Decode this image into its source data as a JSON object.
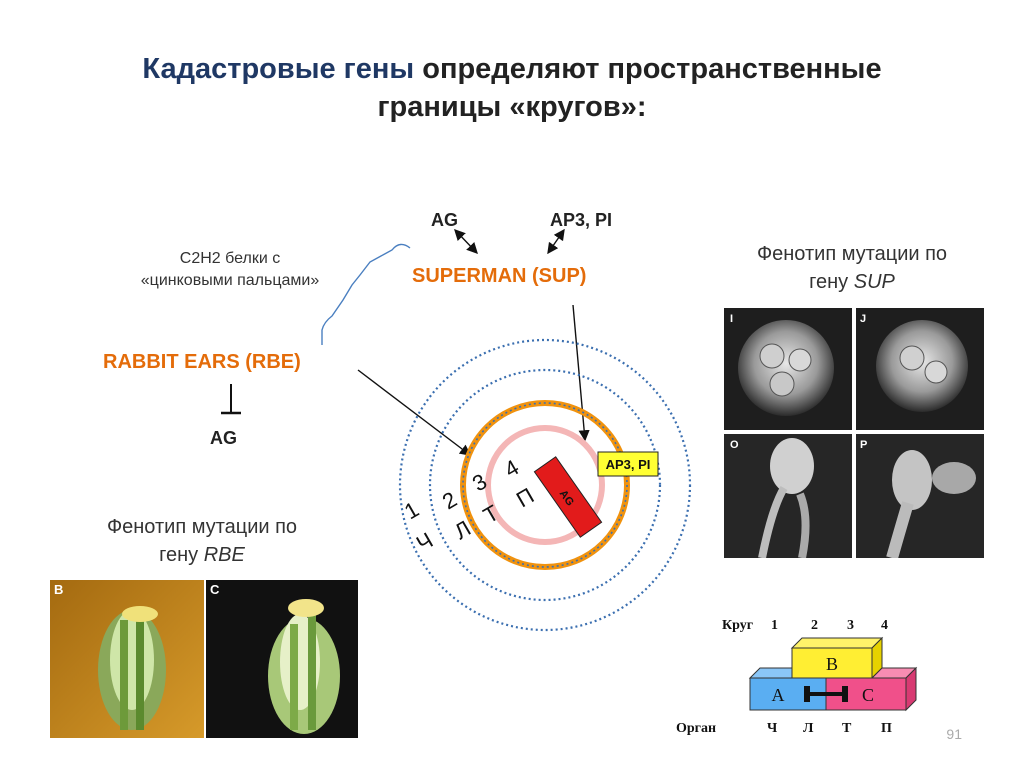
{
  "title": {
    "accent": "Кадастровые гены",
    "rest_line1": "определяют пространственные",
    "line2": "границы «кругов»:"
  },
  "regulators": {
    "ag_top": "AG",
    "ap3pi_top": "AP3, PI",
    "superman": "SUPERMAN (SUP)",
    "rabbit_ears": "RABBIT EARS (RBE)",
    "ag_repressed": "AG"
  },
  "c2h2_note": {
    "line1": "C2H2 белки с",
    "line2": "«цинковыми пальцами»"
  },
  "whorl_diagram": {
    "numbers": [
      "1",
      "2",
      "3",
      "4"
    ],
    "organs": [
      "Ч",
      "Л",
      "Т",
      "П"
    ],
    "ag_box": "AG",
    "ap3pi_box": "AP3, PI"
  },
  "caption_sup": {
    "text": "Фенотип мутации по",
    "line2_prefix": "гену ",
    "gene": "SUP"
  },
  "caption_rbe": {
    "text": "Фенотип мутации по",
    "line2_prefix": "гену ",
    "gene": "RBE"
  },
  "photo_letters": {
    "sup": [
      "I",
      "J",
      "O",
      "P"
    ],
    "rbe": [
      "B",
      "C"
    ]
  },
  "abc_model": {
    "row_label": "Круг",
    "circles": [
      "1",
      "2",
      "3",
      "4"
    ],
    "b": "B",
    "a": "A",
    "c": "C",
    "organ_label": "Орган",
    "organs": [
      "Ч",
      "Л",
      "Т",
      "П"
    ]
  },
  "page_number": "91",
  "colors": {
    "orange": "#e46c0a",
    "navy": "#1f3864",
    "ring_orange": "#f0920e",
    "ring_pink": "#f4b6b6",
    "ag_red": "#e21b1b",
    "b_yellow": "#ffee33",
    "a_blue": "#5aaef2",
    "c_pink": "#f0508a"
  }
}
